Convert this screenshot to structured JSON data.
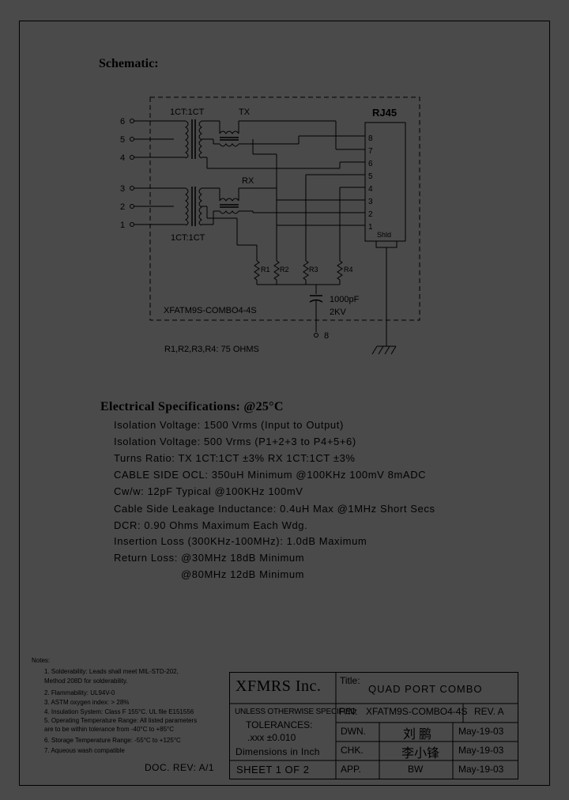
{
  "schematic": {
    "title": "Schematic:",
    "left_pins_top": [
      "6",
      "5",
      "4"
    ],
    "left_pins_bottom": [
      "3",
      "2",
      "1"
    ],
    "transformer_top_label": "1CT:1CT",
    "transformer_bottom_label": "1CT:1CT",
    "tx_label": "TX",
    "rx_label": "RX",
    "connector_label": "RJ45",
    "connector_pins": [
      "8",
      "7",
      "6",
      "5",
      "4",
      "3",
      "2",
      "1"
    ],
    "shield_label": "Shld",
    "resistors": [
      "R1",
      "R2",
      "R3",
      "R4"
    ],
    "cap_value": "1000pF",
    "cap_voltage": "2KV",
    "ground_pin": "8",
    "part_label": "XFATM9S-COMBO4-4S",
    "resistor_note": "R1,R2,R3,R4: 75 OHMS"
  },
  "specs": {
    "title": "Electrical   Specifications: @25°C",
    "lines": [
      "Isolation Voltage:  1500 Vrms  (Input to Output)",
      "Isolation Voltage:  500 Vrms  (P1+2+3 to P4+5+6)",
      "Turns Ratio: TX 1CT:1CT ±3% RX 1CT:1CT ±3%",
      "CABLE SIDE OCL: 350uH Minimum @100KHz 100mV 8mADC",
      "Cw/w: 12pF Typical @100KHz 100mV",
      "Cable Side Leakage Inductance: 0.4uH Max @1MHz Short Secs",
      "DCR:  0.90 Ohms Maximum Each Wdg.",
      "Insertion Loss (300KHz-100MHz): 1.0dB Maximum",
      "Return Loss: @30MHz   18dB Minimum",
      "@80MHz   12dB Minimum"
    ]
  },
  "notes": {
    "title": "Notes:",
    "lines": [
      "1. Solderability: Leads shall meet MIL-STD-202,",
      "    Method 208D for solderability.",
      "2. Flammability: UL94V-0",
      "3. ASTM oxygen index: > 28%",
      "4. Insulation System: Class F 155°C. UL file E151556",
      "5. Operating Temperature Range: All listed parameters",
      "    are to be within tolerance from -40°C to +85°C",
      "6. Storage Temperature Range: -55°C to +125°C",
      "7. Aqueous wash compatible"
    ]
  },
  "doc_rev": "DOC. REV: A/1",
  "title_block": {
    "company": "XFMRS Inc.",
    "title_label": "Title:",
    "title_value": "QUAD PORT COMBO",
    "pn_label": "P/N:",
    "pn_value": "XFATM9S-COMBO4-4S",
    "rev_label": "REV. A",
    "tol_line1": "UNLESS OTHERWISE SPECIFIED",
    "tol_line2": "TOLERANCES:",
    "tol_line3": ".xxx ±0.010",
    "tol_line4": "Dimensions in Inch",
    "sheet": "SHEET  1  OF  2",
    "dwn_label": "DWN.",
    "dwn_name": "刘  鹏",
    "dwn_date": "May-19-03",
    "chk_label": "CHK.",
    "chk_name": "李小锋",
    "chk_date": "May-19-03",
    "app_label": "APP.",
    "app_name": "BW",
    "app_date": "May-19-03"
  }
}
